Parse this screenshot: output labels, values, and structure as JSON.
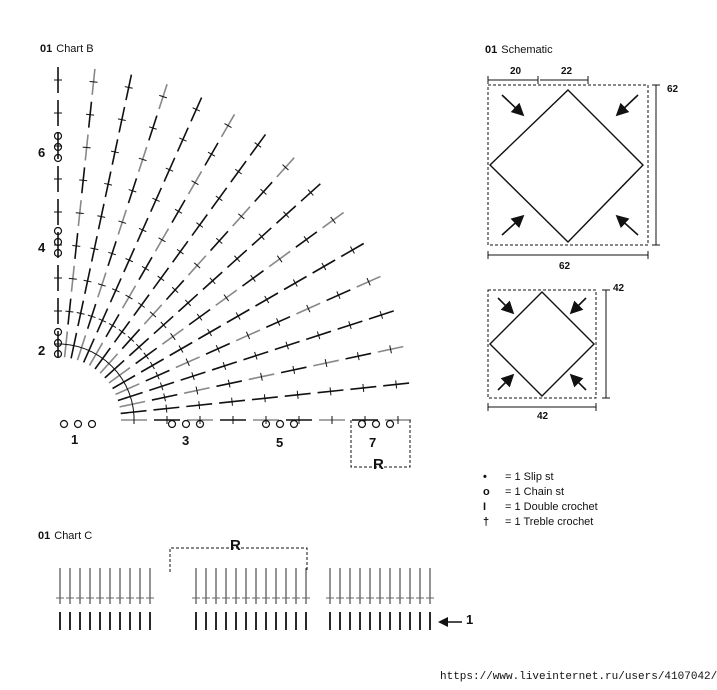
{
  "chart_b": {
    "num": "01",
    "name": "Chart B",
    "row_numbers": [
      "6",
      "4",
      "2"
    ],
    "bottom_numbers": [
      "1",
      "3",
      "5",
      "7"
    ],
    "repeat_label": "R"
  },
  "schematic": {
    "num": "01",
    "name": "Schematic",
    "large": {
      "top_left": "20",
      "top_right": "22",
      "right": "62",
      "bottom": "62"
    },
    "small": {
      "right": "42",
      "bottom": "42"
    }
  },
  "legend": [
    {
      "icon": "slip-stitch-dot-icon",
      "symbol": "•",
      "text": "= 1 Slip st"
    },
    {
      "icon": "chain-circle-icon",
      "symbol": "o",
      "text": "= 1 Chain st"
    },
    {
      "icon": "double-crochet-icon",
      "symbol": "I",
      "text": "= 1 Double crochet"
    },
    {
      "icon": "treble-crochet-icon",
      "symbol": "†",
      "text": "= 1 Treble crochet"
    }
  ],
  "chart_c": {
    "num": "01",
    "name": "Chart C",
    "repeat_label": "R",
    "row_label": "1"
  },
  "footer_url": "https://www.liveinternet.ru/users/4107042/"
}
